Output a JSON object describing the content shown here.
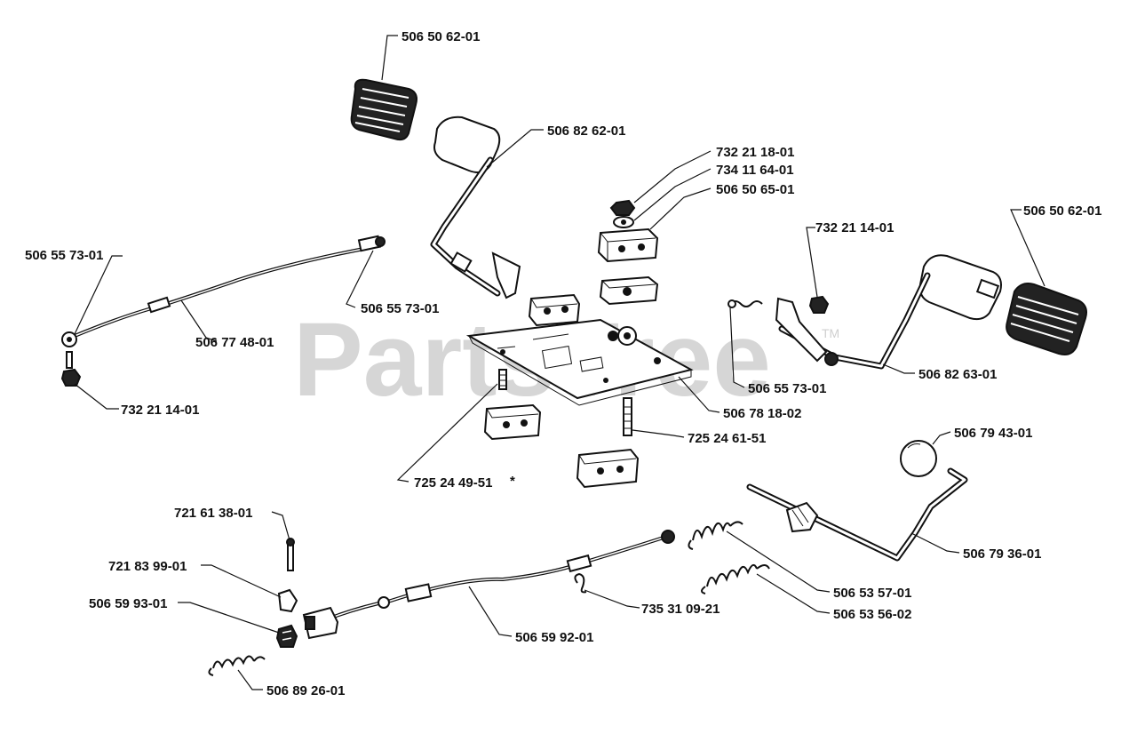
{
  "watermark": {
    "text": "PartsTree",
    "tm": "TM"
  },
  "labels": {
    "l1": "506 50 62-01",
    "l2": "506 82 62-01",
    "l3": "732 21 18-01",
    "l4": "734 11 64-01",
    "l5": "506 50 65-01",
    "l6": "732 21 14-01",
    "l7": "506 50 62-01",
    "l8": "506 55 73-01",
    "l9": "506 55 73-01",
    "l10": "506 77 48-01",
    "l11": "732 21 14-01",
    "l12": "506 55 73-01",
    "l13": "506 82 63-01",
    "l14": "506 78 18-02",
    "l15": "725 24 61-51",
    "l16": "725 24 49-51",
    "l16b": "*",
    "l17": "506 79 43-01",
    "l18": "721 61 38-01",
    "l19": "721 83 99-01",
    "l20": "506 59 93-01",
    "l21": "506 79 36-01",
    "l22": "506 53 57-01",
    "l23": "506 53 56-02",
    "l24": "735 31 09-21",
    "l25": "506 59 92-01",
    "l26": "506 89 26-01"
  }
}
